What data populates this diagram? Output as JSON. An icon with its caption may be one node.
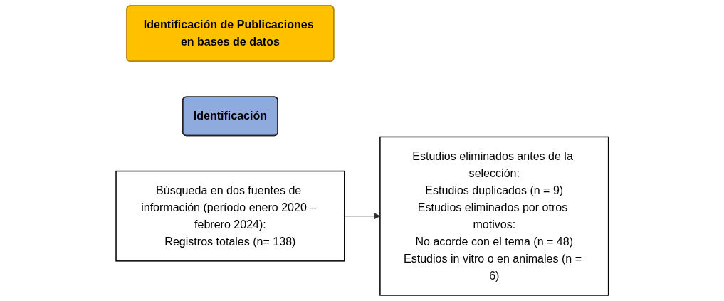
{
  "diagram": {
    "nodes": [
      {
        "text": [
          "Identificación de Publicaciones en bases de datos"
        ]
      },
      {
        "text": [
          "Identificación"
        ]
      },
      {
        "text": [
          "Búsqueda en dos fuentes de información (período enero 2020 – febrero 2024):",
          "Registros totales (n= 138)"
        ]
      },
      {
        "text": [
          "Estudios eliminados antes de la selección:",
          "Estudios duplicados (n = 9)",
          "Estudios eliminados por otros motivos:",
          "No acorde con el tema (n = 48)",
          "Estudios in vitro o en animales (n = 6)"
        ]
      }
    ],
    "edges": [
      {
        "from": 2,
        "to": 3,
        "arrow": "to"
      }
    ]
  }
}
